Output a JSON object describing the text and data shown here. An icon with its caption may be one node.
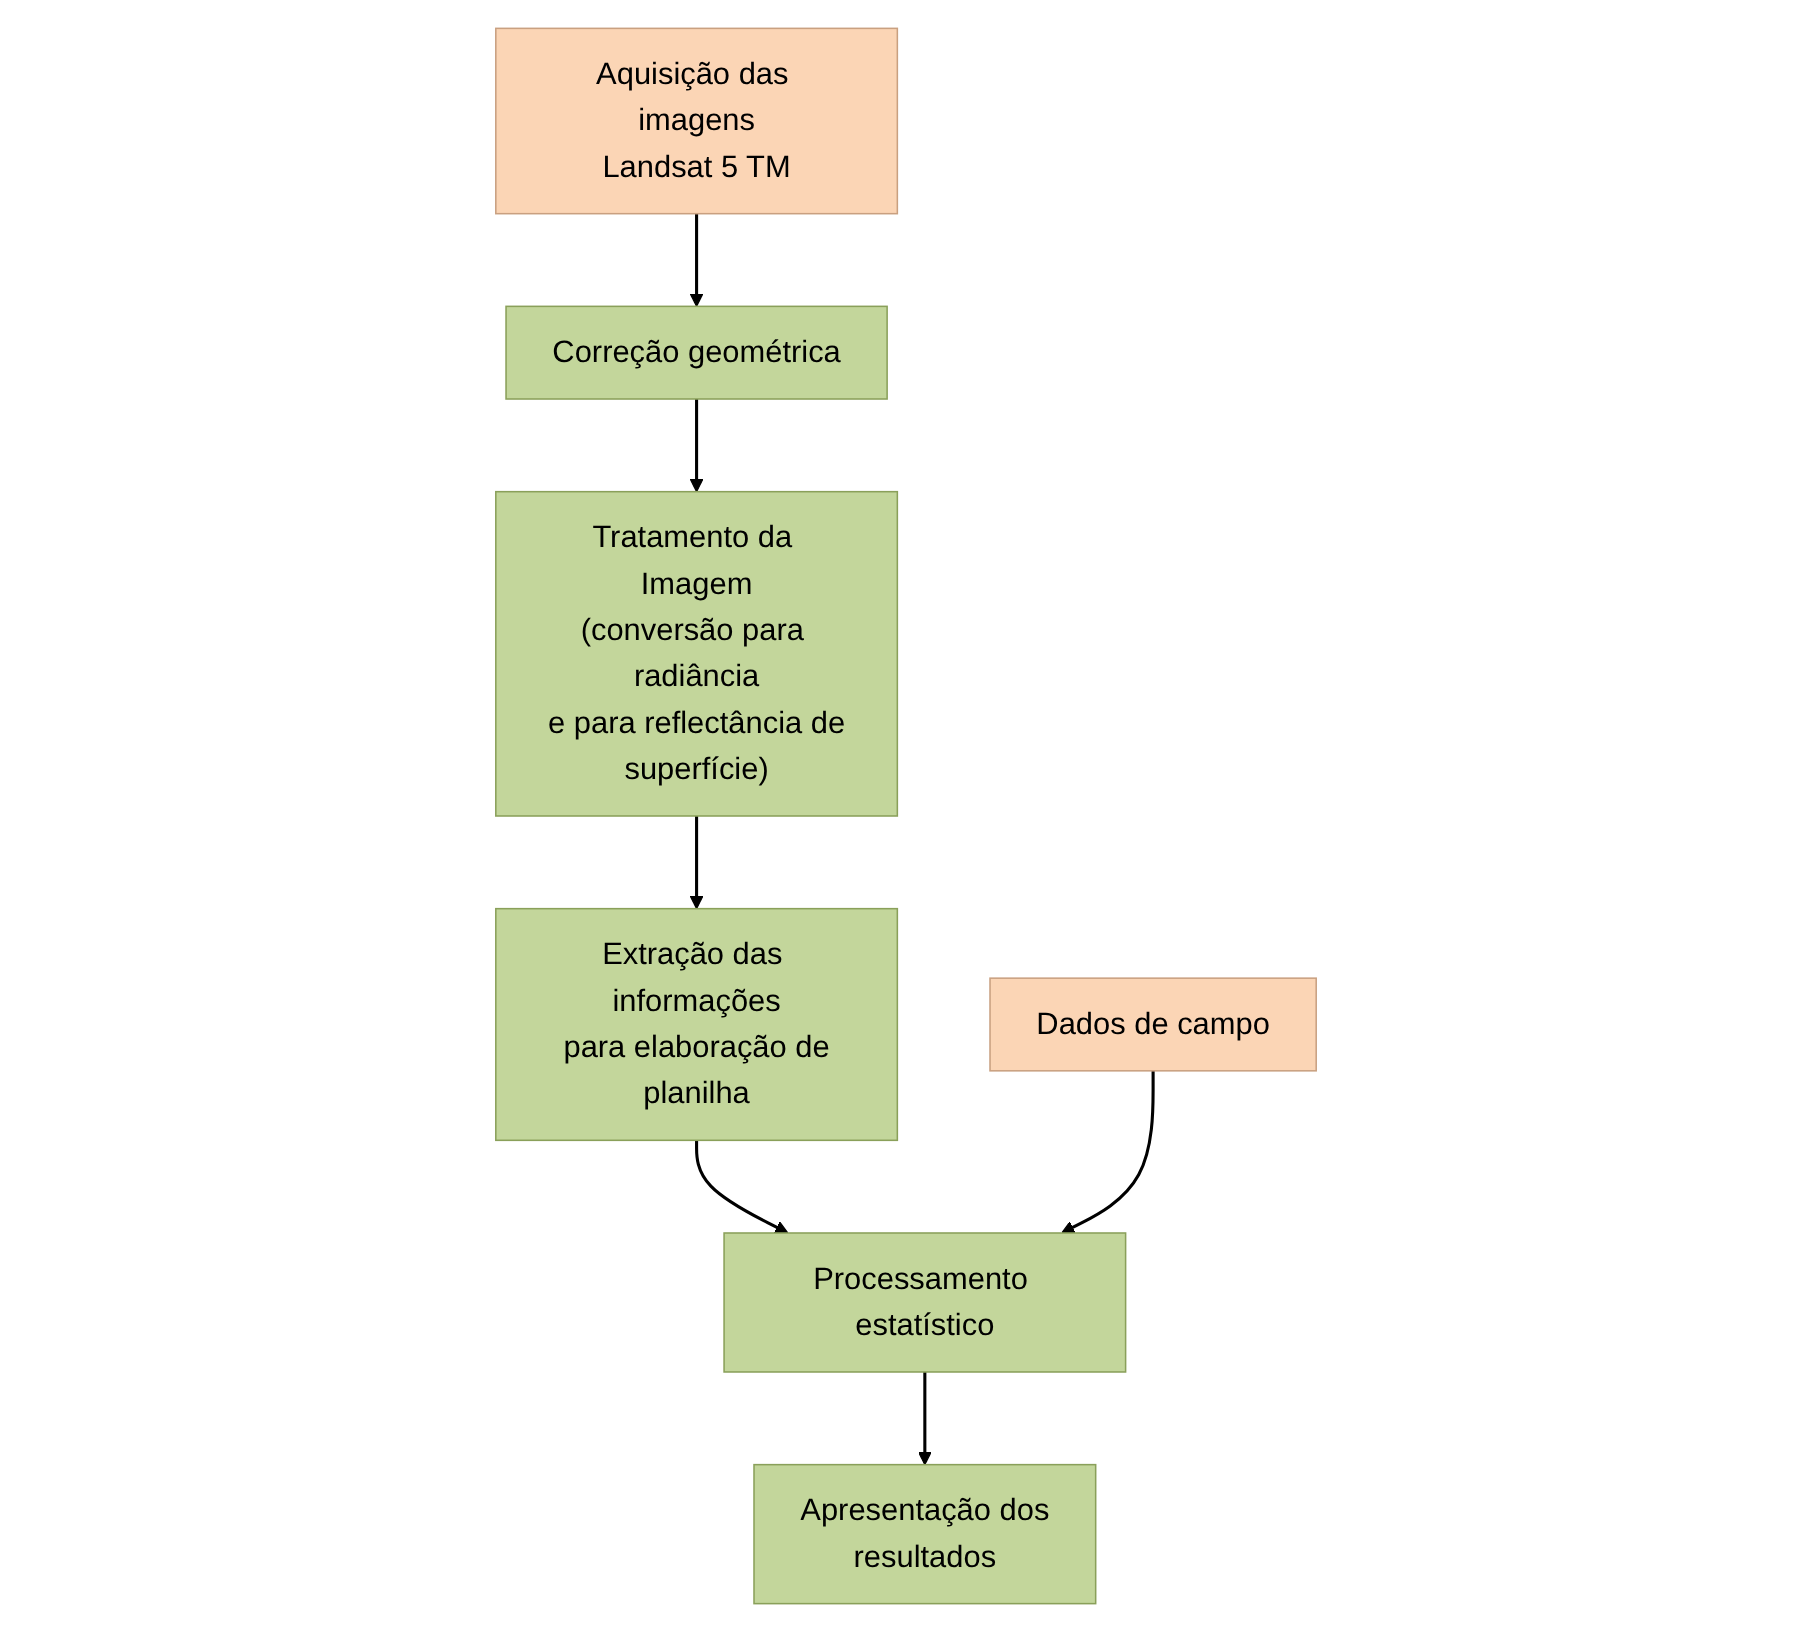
{
  "diagram": {
    "nodes": [
      {
        "text": [
          "Aquisição das imagens Landsat 5 TM"
        ]
      },
      {
        "text": [
          "Correção geométrica"
        ]
      },
      {
        "text": [
          "Tratamento da Imagem (conversão para radiância e para reflectância de superfície)"
        ]
      },
      {
        "text": [
          "Extração das informações para elaboração de planilha"
        ]
      },
      {
        "text": [
          "Dados de campo"
        ]
      },
      {
        "text": [
          "Processamento estatístico"
        ]
      },
      {
        "text": [
          "Apresentação dos resultados"
        ]
      }
    ],
    "edges": [
      {
        "from": 0,
        "to": 1,
        "arrow": "to"
      },
      {
        "from": 1,
        "to": 2,
        "arrow": "to"
      },
      {
        "from": 2,
        "to": 3,
        "arrow": "to"
      },
      {
        "from": 3,
        "to": 5,
        "arrow": "to"
      },
      {
        "from": 4,
        "to": 5,
        "arrow": "to"
      },
      {
        "from": 5,
        "to": 6,
        "arrow": "to"
      }
    ]
  }
}
